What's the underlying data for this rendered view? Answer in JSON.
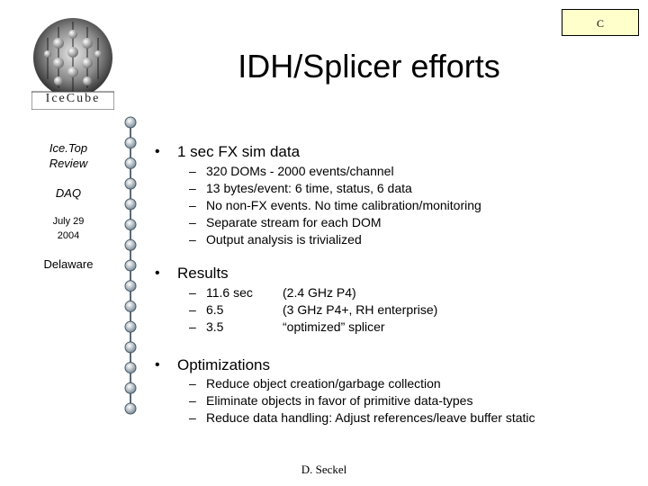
{
  "badge": "C",
  "logo": {
    "text": "IceCube"
  },
  "title": "IDH/Splicer efforts",
  "sidebar": {
    "line1": "Ice.Top",
    "line2": "Review",
    "line3": "DAQ",
    "date1": "July 29",
    "date2": "2004",
    "place": "Delaware"
  },
  "sections": [
    {
      "heading": "1 sec FX sim data",
      "items": [
        "320 DOMs - 2000 events/channel",
        "13 bytes/event: 6 time, status, 6 data",
        "No non-FX events. No time calibration/monitoring",
        "Separate stream for each DOM",
        "Output analysis is trivialized"
      ]
    },
    {
      "heading": "Results",
      "rows": [
        {
          "time": "11.6 sec",
          "note": "(2.4 GHz P4)"
        },
        {
          "time": "6.5",
          "note": "(3 GHz P4+, RH enterprise)"
        },
        {
          "time": "3.5",
          "note": "“optimized” splicer"
        }
      ]
    },
    {
      "heading": "Optimizations",
      "items": [
        "Reduce object creation/garbage collection",
        "Eliminate objects in favor of primitive data-types",
        "Reduce data handling: Adjust references/leave buffer static"
      ]
    }
  ],
  "signature": "D. Seckel"
}
